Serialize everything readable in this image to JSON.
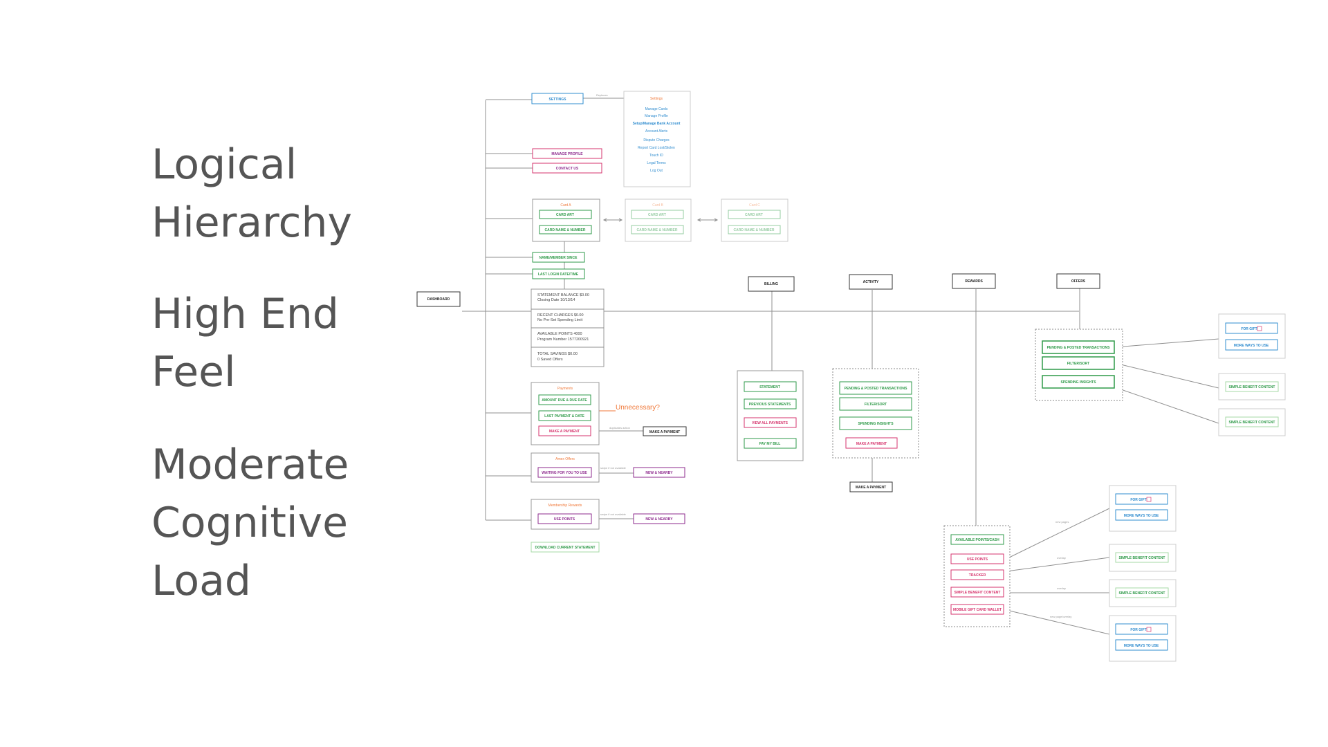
{
  "headings": {
    "logical": [
      "Logical",
      "Hierarchy"
    ],
    "high_end": [
      "High End",
      "Feel"
    ],
    "moderate": [
      "Moderate",
      "Cognitive",
      "Load"
    ]
  },
  "colors": {
    "green": "#2e9a48",
    "blue": "#2f8ccf",
    "orange": "#f0793a",
    "pink": "#d6336c",
    "purple": "#8e2a8e",
    "line": "#8f8f8f",
    "heading": "#555555"
  },
  "nodes": {
    "dashboard": "DASHBOARD",
    "settings": "SETTINGS",
    "replaces": "Replaces",
    "settings_panel": {
      "title": "Settings",
      "items": [
        "Manage Cards",
        "Manage Profile",
        "Setup/Manage Bank Account",
        "Account Alerts",
        "Dispute Charges",
        "Report Card Lost/Stolen",
        "Touch ID",
        "Legal Terms",
        "Log Out"
      ]
    },
    "manage_profile": "MANAGE PROFILE",
    "contact_us": "CONTACT US",
    "card_a": {
      "title": "Card A",
      "art": "CARD ART",
      "name": "CARD NAME & NUMBER"
    },
    "card_b": {
      "title": "Card B",
      "art": "CARD ART",
      "name": "CARD NAME & NUMBER"
    },
    "card_c": {
      "title": "Card C",
      "art": "CARD ART",
      "name": "CARD NAME & NUMBER"
    },
    "member_since": "NAME/MEMBER SINCE",
    "last_login": "LAST LOGIN DATE/TIME",
    "summary": [
      [
        "STATEMENT BALANCE    $0.00",
        "Closing Date 10/13/14"
      ],
      [
        "RECENT CHARGES    $0.00",
        "No Pre-Set Spending Limit"
      ],
      [
        "AVAILABLE POINTS    4000",
        "Program Number 1577200921"
      ],
      [
        "TOTAL SAVINGS  $0.00",
        "0 Saved Offers"
      ]
    ],
    "payments": {
      "title": "Payments",
      "amount_due": "AMOUNT DUE & DUE DATE",
      "last_payment": "LAST PAYMENT & DATE",
      "make_payment": "MAKE A PAYMENT"
    },
    "unnecessary": "Unnecessary?",
    "duplicates_action": "duplicates action",
    "make_payment_ext": "MAKE A PAYMENT",
    "amex_offers": {
      "title": "Amex Offers",
      "waiting": "WAITING FOR YOU TO USE"
    },
    "swipe_note_1": "swipe if not available",
    "new_nearby_1": "NEW & NEARBY",
    "membership": {
      "title": "Membership Rewards",
      "use_points": "USE POINTS"
    },
    "swipe_note_2": "swipe if not available",
    "new_nearby_2": "NEW & NEARBY",
    "download": "DOWNLOAD CURRENT STATEMENT",
    "billing": {
      "title": "BILLING",
      "items": [
        "STATEMENT",
        "PREVIOUS STATEMENTS",
        "VIEW ALL PAYMENTS",
        "PAY MY BILL"
      ]
    },
    "activity": {
      "title": "ACTIVITY",
      "items": [
        "PENDING & POSTED TRANSACTIONS",
        "FILTER/SORT",
        "SPENDING INSIGHTS",
        "MAKE A PAYMENT"
      ],
      "make_payment": "MAKE A PAYMENT"
    },
    "rewards": {
      "title": "REWARDS",
      "items": [
        "AVAILABLE POINTS/CASH",
        "USE POINTS",
        "TRACKER",
        "SIMPLE BENEFIT CONTENT",
        "MOBILE GIFT CARD WALLET"
      ],
      "notes": [
        "new pages",
        "overlay",
        "overlay",
        "new page/overlay"
      ]
    },
    "offers": {
      "title": "OFFERS",
      "items": [
        "PENDING & POSTED TRANSACTIONS",
        "FILTER/SORT",
        "SPENDING INSIGHTS"
      ]
    },
    "offers_right": {
      "for_gift": "FOR GIFT",
      "more_ways": "MORE WAYS TO USE",
      "simple_1": "SIMPLE BENEFIT CONTENT",
      "simple_2": "SIMPLE BENEFIT CONTENT"
    },
    "rewards_right": {
      "for_gift_1": "FOR GIFT",
      "more_ways_1": "MORE WAYS TO USE",
      "simple_1": "SIMPLE BENEFIT CONTENT",
      "simple_2": "SIMPLE BENEFIT CONTENT",
      "for_gift_2": "FOR GIFT",
      "more_ways_2": "MORE WAYS TO USE"
    }
  }
}
